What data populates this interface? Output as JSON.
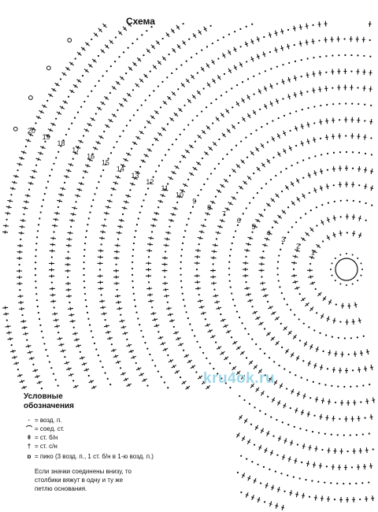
{
  "title": "Схема",
  "row_numbers": [
    "1",
    "2",
    "3",
    "4",
    "5",
    "6",
    "7",
    "8",
    "9",
    "10",
    "11",
    "12",
    "13",
    "14",
    "15",
    "16",
    "17",
    "18",
    "19",
    "20"
  ],
  "legend": {
    "title_line1": "Условные",
    "title_line2": "обозначения",
    "items": [
      {
        "symbol": "·",
        "text": "= возд. п."
      },
      {
        "symbol": "⌒",
        "text": "= соед. ст."
      },
      {
        "symbol": "ǂ",
        "text": "= ст. б/н"
      },
      {
        "symbol": "†",
        "text": "= ст. с/н"
      },
      {
        "symbol": "ɒ",
        "text": "= пико (3 возд. п., 1 ст. б/н в 1-ю возд. п.)"
      }
    ],
    "note": "Если значки соединены внизу, то столбики вяжут в одну и ту же петлю основания."
  },
  "watermark": "kru4ok.ru",
  "colors": {
    "ink": "#111111",
    "watermark": "#9fd7e8"
  }
}
